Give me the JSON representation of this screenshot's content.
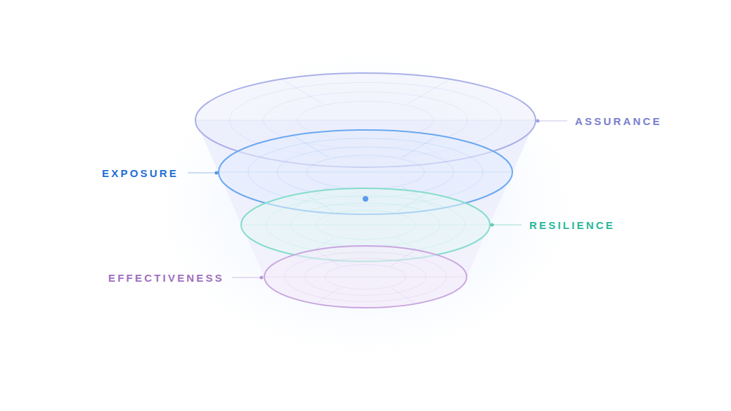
{
  "diagram": {
    "labels": [
      "ASSURANCE",
      "EXPOSURE",
      "RESILIENCE",
      "EFFECTIVENESS"
    ]
  }
}
